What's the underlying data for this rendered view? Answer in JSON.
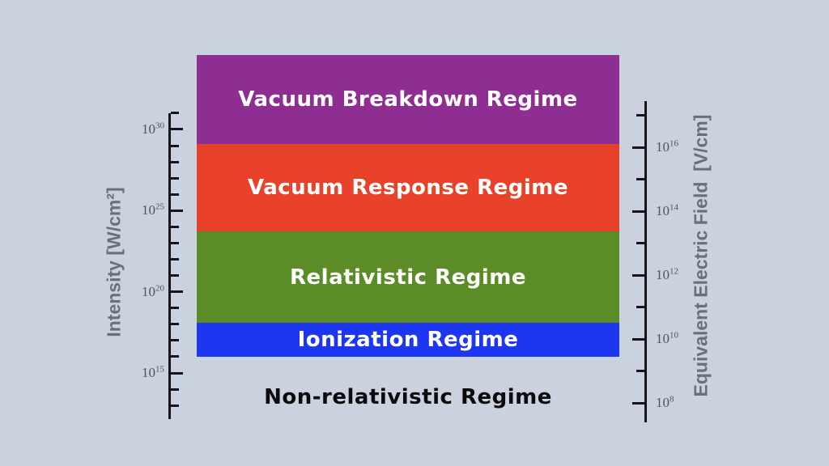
{
  "colors": {
    "background": "#cad2df",
    "axis": "#15151a",
    "tick_label": "#4d5464",
    "axis_title": "#68707d",
    "band_text": "#ffffff",
    "nonrel_text": "#0b0b0b"
  },
  "chart_data": {
    "type": "bar",
    "subtype": "stacked-log-regime-bands",
    "bands": [
      {
        "label": "Vacuum Breakdown Regime",
        "color_hex": "#8e2e92",
        "intensity_exponent_range": [
          29.1,
          34.6
        ]
      },
      {
        "label": "Vacuum Response Regime",
        "color_hex": "#e8432a",
        "intensity_exponent_range": [
          23.7,
          29.1
        ]
      },
      {
        "label": "Relativistic Regime",
        "color_hex": "#5b8c28",
        "intensity_exponent_range": [
          18.1,
          23.7
        ]
      },
      {
        "label": "Ionization Regime",
        "color_hex": "#1c36f2",
        "intensity_exponent_range": [
          16.0,
          18.1
        ]
      },
      {
        "label": "Non-relativistic Regime",
        "color_hex": null,
        "intensity_exponent_range": [
          13.0,
          16.0
        ]
      }
    ],
    "left_axis": {
      "title": "Intensity [W/cm²]",
      "scale": "log10",
      "base": "10",
      "tick_exponents": [
        13,
        14,
        15,
        16,
        17,
        18,
        19,
        20,
        21,
        22,
        23,
        24,
        25,
        26,
        27,
        28,
        29,
        30,
        31
      ],
      "tick_exponents_labeled": [
        15,
        20,
        25,
        30
      ],
      "tick_labels": [
        "10^15",
        "10^20",
        "10^25",
        "10^30"
      ]
    },
    "right_axis": {
      "title": "Equivalent Electric Field  [V/cm]",
      "scale": "log10",
      "base": "10",
      "tick_exponents": [
        8,
        9,
        10,
        11,
        12,
        13,
        14,
        15,
        16,
        17
      ],
      "tick_exponents_labeled": [
        8,
        10,
        12,
        14,
        16
      ],
      "tick_labels": [
        "10^8",
        "10^10",
        "10^12",
        "10^14",
        "10^16"
      ]
    }
  }
}
